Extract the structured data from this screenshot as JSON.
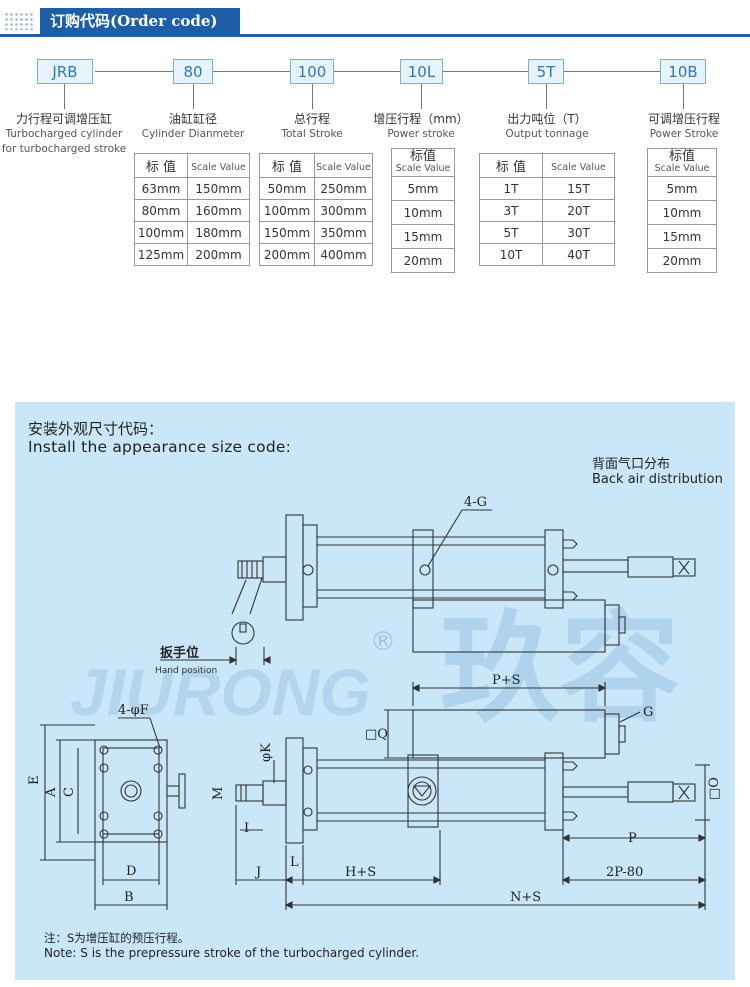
{
  "header": {
    "title": "订购代码(Order code)"
  },
  "codes": [
    {
      "code": "JRB",
      "label_cn": "力行程可调增压缸",
      "label_en_1": "Turbocharged cylinder",
      "label_en_2": "for turbocharged stroke"
    },
    {
      "code": "80",
      "label_cn": "油缸缸径",
      "label_en_1": "Cylinder Dianmeter",
      "label_en_2": ""
    },
    {
      "code": "100",
      "label_cn": "总行程",
      "label_en_1": "Total  Stroke",
      "label_en_2": ""
    },
    {
      "code": "10L",
      "label_cn": "增压行程（mm）",
      "label_en_1": "Power stroke",
      "label_en_2": ""
    },
    {
      "code": "5T",
      "label_cn": "出力吨位（T）",
      "label_en_1": "Output  tonnage",
      "label_en_2": ""
    },
    {
      "code": "10B",
      "label_cn": "可调增压行程",
      "label_en_1": "Power Stroke",
      "label_en_2": ""
    }
  ],
  "tables": {
    "header_cn": "标 值",
    "header_cn_tight": "标值",
    "header_en": "Scale Value",
    "bore_rows": [
      [
        "63mm",
        "150mm"
      ],
      [
        "80mm",
        "160mm"
      ],
      [
        "100mm",
        "180mm"
      ],
      [
        "125mm",
        "200mm"
      ]
    ],
    "stroke_rows": [
      [
        "50mm",
        "250mm"
      ],
      [
        "100mm",
        "300mm"
      ],
      [
        "150mm",
        "350mm"
      ],
      [
        "200mm",
        "400mm"
      ]
    ],
    "power_rows": [
      "5mm",
      "10mm",
      "15mm",
      "20mm"
    ],
    "tonnage_rows": [
      [
        "1T",
        "15T"
      ],
      [
        "3T",
        "20T"
      ],
      [
        "5T",
        "30T"
      ],
      [
        "10T",
        "40T"
      ]
    ],
    "adj_rows": [
      "5mm",
      "10mm",
      "15mm",
      "20mm"
    ]
  },
  "drawing": {
    "title_cn": "安装外观尺寸代码：",
    "title_en": "Install the appearance size code:",
    "back_cn": "背面气口分布",
    "back_en": "Back air distribution",
    "hand_cn": "扳手位",
    "hand_en": "Hand position",
    "watermark_brand": "JIURONG",
    "watermark_cn": "玖容",
    "registered": "®",
    "dims": {
      "four_g": "4-G",
      "four_phi_f": "4-φF",
      "ps": "P+S",
      "g": "G",
      "q": "□Q",
      "phik": "φK",
      "o": "□O",
      "e": "E",
      "a": "A",
      "c": "C",
      "m": "M",
      "i": "I",
      "p": "P",
      "d": "D",
      "j": "J",
      "l": "L",
      "hs": "H+S",
      "twop80": "2P-80",
      "b": "B",
      "ns": "N+S"
    },
    "note_cn": "注：S为增压缸的预压行程。",
    "note_en": "Note: S is the prepressure stroke of the turbocharged cylinder."
  }
}
